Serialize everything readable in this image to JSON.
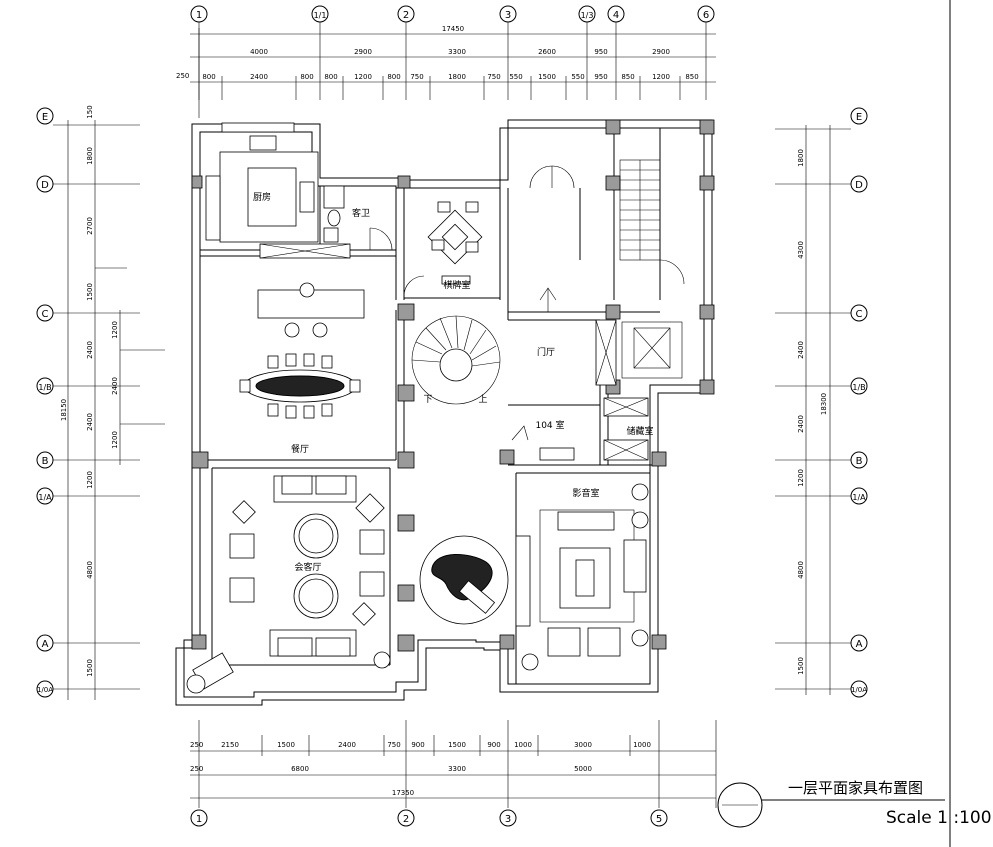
{
  "drawing": {
    "title": "一层平面家具布置图",
    "scale": "Scale 1 :100"
  },
  "axes_top": [
    "1",
    "1/1",
    "2",
    "3",
    "1/3",
    "4",
    "6"
  ],
  "axes_bottom": [
    "1",
    "2",
    "3",
    "5"
  ],
  "axes_left": [
    "E",
    "D",
    "C",
    "1/B",
    "B",
    "1/A",
    "A",
    "1/0A"
  ],
  "axes_right": [
    "E",
    "D",
    "C",
    "1/B",
    "B",
    "1/A",
    "A",
    "1/0A"
  ],
  "dims_top_total": "17450",
  "dims_top_row1": [
    "4000",
    "2900",
    "3300",
    "2600",
    "950",
    "2900"
  ],
  "dims_top_row2": [
    "800",
    "2400",
    "800",
    "800",
    "1200",
    "800",
    "750",
    "1800",
    "750",
    "550",
    "1500",
    "550",
    "950",
    "850",
    "1200",
    "850"
  ],
  "dims_top_offset": "250",
  "dims_bottom_row1": [
    "250",
    "2150",
    "1500",
    "2400",
    "750",
    "900",
    "1500",
    "900",
    "1000",
    "3000",
    "1000"
  ],
  "dims_bottom_row2": [
    "250",
    "6800",
    "3300",
    "5000"
  ],
  "dims_bottom_total": "17350",
  "dims_left_outer": [
    "150",
    "1800",
    "2700",
    "1500",
    "2400",
    "2400",
    "1200",
    "4800",
    "1500"
  ],
  "dims_left_total": "18150",
  "dims_left_inner": [
    "1200",
    "2400",
    "1200"
  ],
  "dims_right_outer": [
    "1800",
    "4300",
    "2400",
    "2400",
    "1200",
    "4800",
    "1500"
  ],
  "dims_right_total": "18300",
  "rooms": {
    "kitchen": "厨房",
    "guest_wc": "客卫",
    "chess_room": "棋牌室",
    "dining": "餐厅",
    "foyer": "门厅",
    "room104": "104 室",
    "storage": "储藏室",
    "living": "会客厅",
    "theater": "影音室"
  },
  "stair_marks": {
    "down": "下",
    "up": "上"
  }
}
